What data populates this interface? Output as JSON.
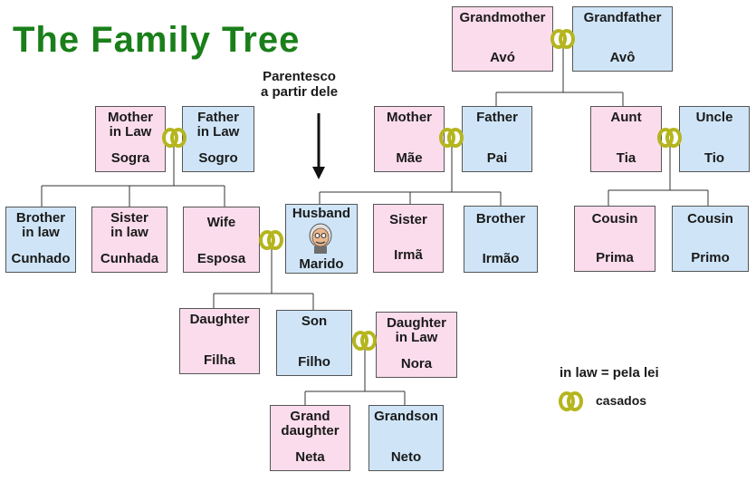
{
  "title": "The Family Tree",
  "pointer_note": "Parentesco\na partir dele",
  "legend": {
    "in_law": "in law = pela lei",
    "married": "casados"
  },
  "colors": {
    "female": "#fbdcec",
    "male": "#cfe5f7",
    "ring": "#b5b51e",
    "title": "#1a7f1a"
  },
  "people": {
    "grandmother": {
      "en": "Grandmother",
      "pt": "Avó"
    },
    "grandfather": {
      "en": "Grandfather",
      "pt": "Avô"
    },
    "mother_in_law": {
      "en": "Mother\nin Law",
      "pt": "Sogra"
    },
    "father_in_law": {
      "en": "Father\nin Law",
      "pt": "Sogro"
    },
    "mother": {
      "en": "Mother",
      "pt": "Mãe"
    },
    "father": {
      "en": "Father",
      "pt": "Pai"
    },
    "aunt": {
      "en": "Aunt",
      "pt": "Tia"
    },
    "uncle": {
      "en": "Uncle",
      "pt": "Tio"
    },
    "brother_in_law": {
      "en": "Brother\nin law",
      "pt": "Cunhado"
    },
    "sister_in_law": {
      "en": "Sister\nin law",
      "pt": "Cunhada"
    },
    "wife": {
      "en": "Wife",
      "pt": "Esposa"
    },
    "husband": {
      "en": "Husband",
      "pt": "Marido"
    },
    "sister": {
      "en": "Sister",
      "pt": "Irmã"
    },
    "brother": {
      "en": "Brother",
      "pt": "Irmão"
    },
    "cousin_f": {
      "en": "Cousin",
      "pt": "Prima"
    },
    "cousin_m": {
      "en": "Cousin",
      "pt": "Primo"
    },
    "daughter": {
      "en": "Daughter",
      "pt": "Filha"
    },
    "son": {
      "en": "Son",
      "pt": "Filho"
    },
    "daughter_in_law": {
      "en": "Daughter\nin Law",
      "pt": "Nora"
    },
    "granddaughter": {
      "en": "Grand\ndaughter",
      "pt": "Neta"
    },
    "grandson": {
      "en": "Grandson",
      "pt": "Neto"
    }
  }
}
